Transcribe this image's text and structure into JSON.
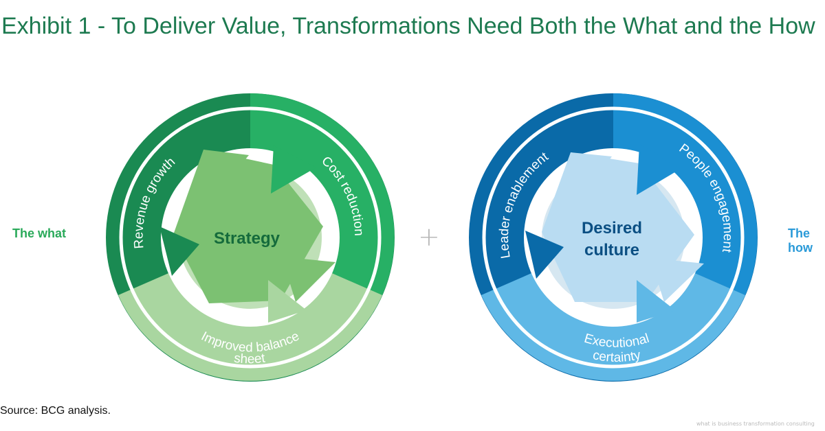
{
  "title": "Exhibit 1 - To Deliver Value, Transformations Need Both the What and the How",
  "left_diagram": {
    "side_label": "The what",
    "center": "Strategy",
    "segments": [
      "Revenue growth",
      "Cost reduction",
      "Improved balance",
      "sheet"
    ]
  },
  "plus_symbol": "+",
  "right_diagram": {
    "side_label": "The how",
    "center_line1": "Desired",
    "center_line2": "culture",
    "segments": [
      "Leader enablement",
      "People engagement",
      "Executional",
      "certainty"
    ]
  },
  "source": {
    "label": "Source:",
    "text": " BCG analysis."
  },
  "watermark": "what is business transformation consulting",
  "colors": {
    "green_dark": "#1a8a52",
    "green_mid": "#27b065",
    "green_light": "#a9d6a0",
    "green_center": "#7cc172",
    "blue_dark": "#0a6aa8",
    "blue_mid": "#1b8fd2",
    "blue_light": "#5fb8e6",
    "blue_center": "#b9dcf2"
  }
}
